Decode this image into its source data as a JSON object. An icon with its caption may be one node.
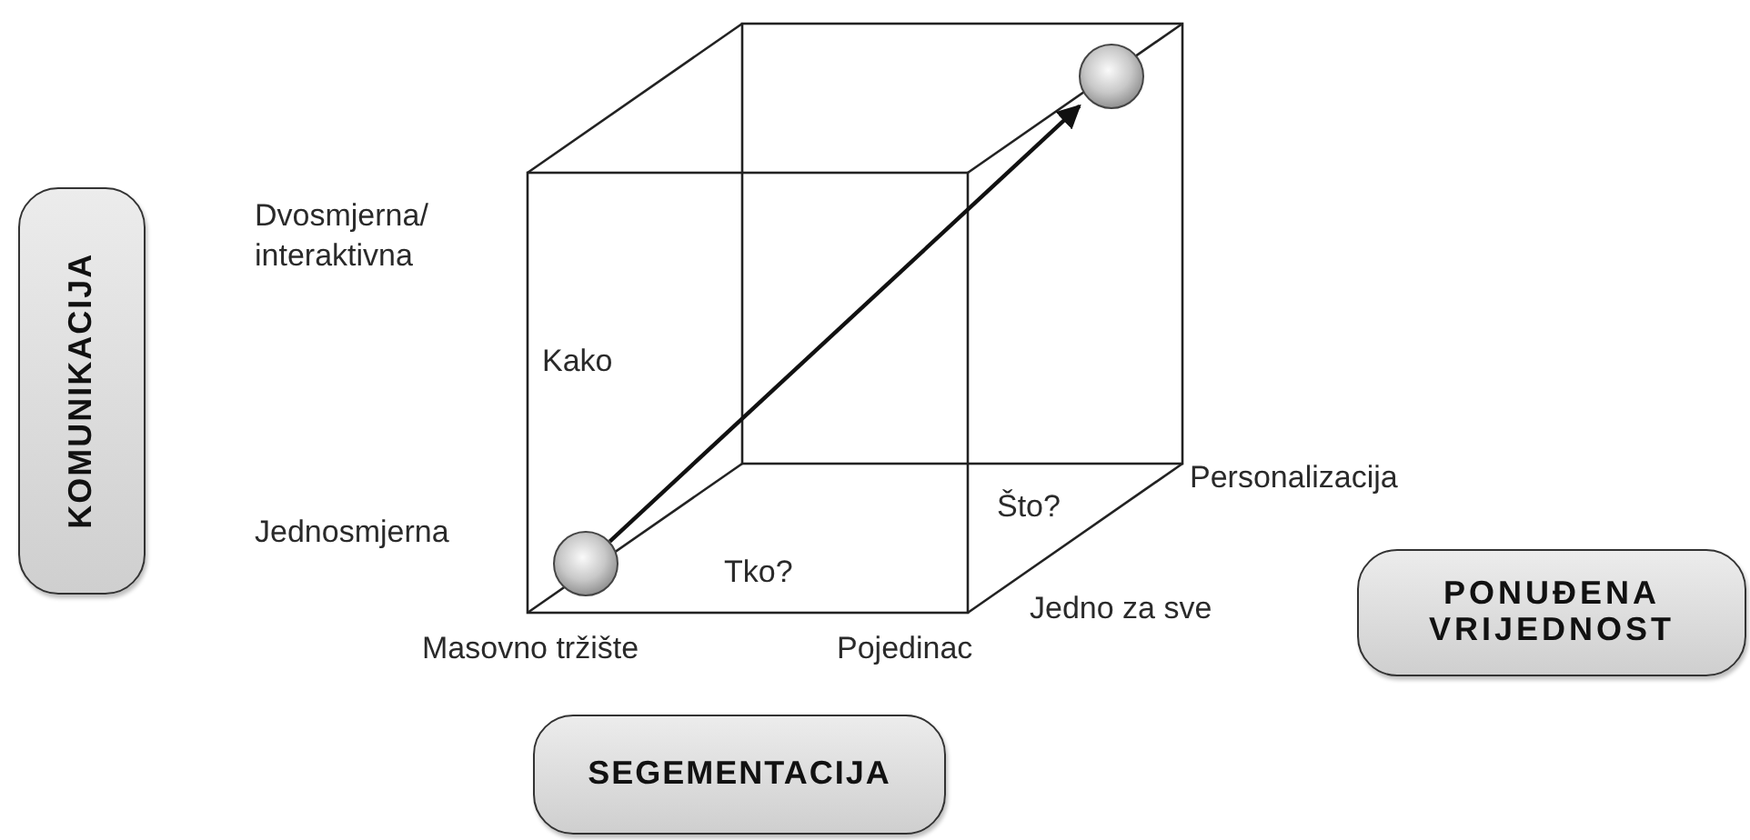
{
  "diagram": {
    "nodes": [
      {
        "text": [],
        "shape": "circle"
      },
      {
        "text": [
          "KOMUNIKACIJA"
        ]
      },
      {
        "text": [],
        "shape": "circle"
      },
      {
        "text": [
          "PONUĐENA VRIJEDNOST"
        ]
      },
      {
        "text": [
          "SEGEMENTACIJA"
        ]
      }
    ],
    "edges": [
      {
        "from": 2,
        "to": 0,
        "arrow": "to"
      }
    ],
    "labels": [
      "Dvosmjerna/ interaktivna",
      "Kako",
      "Jednosmjerna",
      "Tko?",
      "Što?",
      "Personalizacija",
      "Masovno tržište",
      "Pojedinac",
      "Jedno za sve"
    ]
  }
}
